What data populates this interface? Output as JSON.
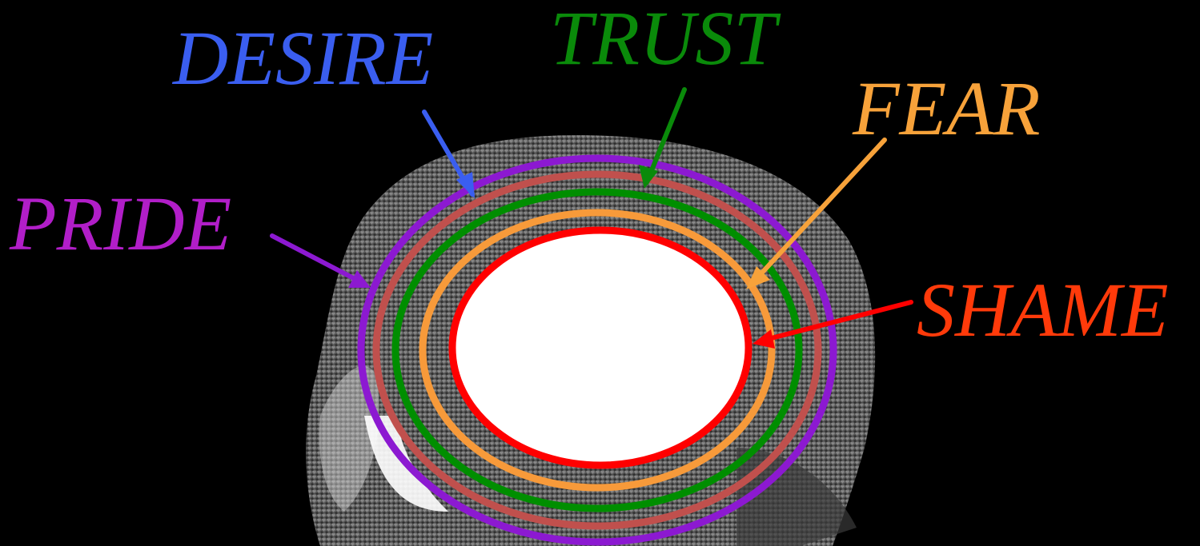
{
  "labels": {
    "desire": {
      "text": "DESIRE",
      "color": "#3a5ef0"
    },
    "trust": {
      "text": "TRUST",
      "color": "#0a8a0a"
    },
    "fear": {
      "text": "FEAR",
      "color": "#f7a23a"
    },
    "pride": {
      "text": "PRIDE",
      "color": "#b11ec8"
    },
    "shame": {
      "text": "SHAME",
      "color": "#ff3a0a"
    }
  },
  "rings": [
    {
      "name": "pride-ring",
      "color": "#8c19d1"
    },
    {
      "name": "desire-ring",
      "color": "#c0504d"
    },
    {
      "name": "trust-ring",
      "color": "#008e00"
    },
    {
      "name": "fear-ring",
      "color": "#f79a3a"
    },
    {
      "name": "shame-ring",
      "color": "#ff0000"
    }
  ],
  "background_color": "#000000",
  "head_image": "grayscale head silhouette with concentric rings over the brain"
}
